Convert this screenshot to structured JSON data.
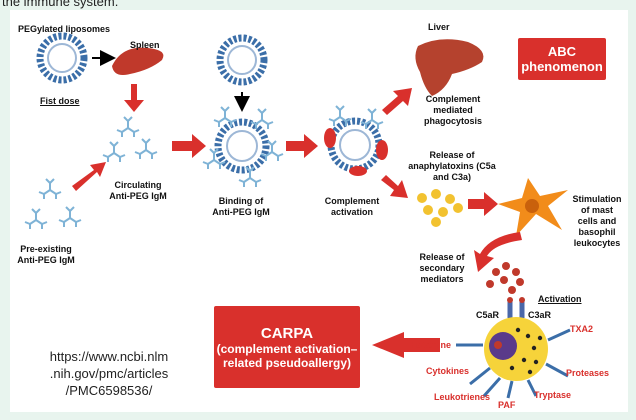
{
  "top_caption": "the immune system.",
  "labels": {
    "pegylated": "PEGylated liposomes",
    "spleen": "Spleen",
    "fist_dose": "Fist dose",
    "circulating": "Circulating Anti-PEG IgM",
    "preexisting": "Pre-existing Anti-PEG IgM",
    "binding": "Binding of Anti-PEG IgM",
    "complement_activation": "Complement activation",
    "liver": "Liver",
    "complement_phago": "Complement mediated phagocytosis",
    "release_anaph": "Release of anaphylatoxins (C5a and C3a)",
    "stimulation": "Stimulation of mast cells and basophil leukocytes",
    "release_secondary": "Release of secondary mediators",
    "activation": "Activation",
    "c5ar": "C5aR",
    "c3ar": "C3aR",
    "histamine": "Histamine",
    "cytokines": "Cytokines",
    "leukotrienes": "Leukotrienes",
    "paf": "PAF",
    "tryptase": "Tryptase",
    "proteases": "Proteases",
    "txa2": "TXA2"
  },
  "boxes": {
    "abc": "ABC phenomenon",
    "carpa_title": "CARPA",
    "carpa_sub": "(complement activation–related pseudoallergy)"
  },
  "source_url": "https://www.ncbi.nlm .nih.gov/pmc/articles /PMC6598536/",
  "colors": {
    "accent_red": "#d9302c",
    "liposome_blue": "#3b6ea8",
    "background": "#e8f4ee"
  }
}
